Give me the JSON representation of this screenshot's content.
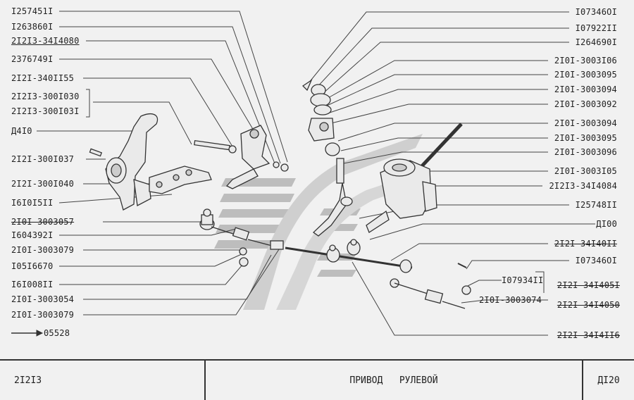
{
  "left_labels": [
    "I257451I",
    "I263860I",
    "2I2I3-34I4080",
    "2376749I",
    "2I2I-340II55",
    "2I2I3-300I030",
    "2I2I3-300I03I",
    "Д4I0",
    "2I2I-300I037",
    "2I2I-300I040",
    "I6I0I5II",
    "2I0I-3003057",
    "I604392I",
    "2I0I-3003079",
    "I05I6670",
    "I6I008II",
    "2I0I-3003054",
    "2I0I-3003079"
  ],
  "right_labels": [
    "I07346OI",
    "I07922II",
    "I264690I",
    "2I0I-3003I06",
    "2I0I-3003095",
    "2I0I-3003094",
    "2I0I-3003092",
    "2I0I-3003094",
    "2I0I-3003095",
    "2I0I-3003096",
    "2I0I-3003I05",
    "2I2I3-34I4084",
    "I25748II",
    "ДI00",
    "2I2I-34I40II",
    "I07346OI",
    "I07934II",
    "2I2I-34I405I",
    "2I0I-3003074",
    "2I2I-34I4050",
    "2I2I-34I4II6"
  ],
  "reference": "05528",
  "title_block": {
    "model": "2I2I3",
    "title": "ПРИВОД   РУЛЕВОЙ",
    "page": "ДI20"
  }
}
